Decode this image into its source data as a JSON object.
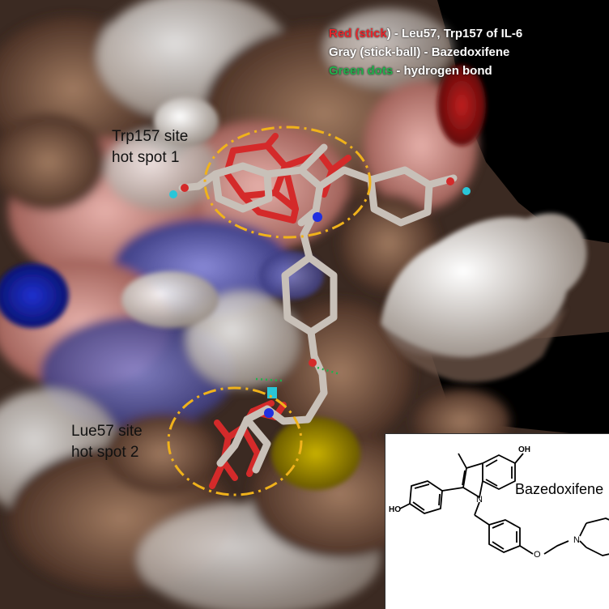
{
  "legend": {
    "line1": {
      "prefix": "Red (",
      "mid": "stick",
      "suffix": ")  - Leu57, Trp157 of IL-6"
    },
    "line2": {
      "text": "Gray  (stick-ball) - Bazedoxifene"
    },
    "line3": {
      "prefix": "Green dots",
      "suffix": " - hydrogen bond"
    }
  },
  "sites": {
    "trp157": {
      "line1": "Trp157 site",
      "line2": "hot spot 1"
    },
    "lue57": {
      "line1": "Lue57 site",
      "line2": "hot spot 2"
    }
  },
  "inset": {
    "title": "Bazedoxifene",
    "atoms": {
      "oh_top": "OH",
      "oh_left": "HO",
      "n_indole": "N",
      "n_ring": "N",
      "o_ether": "O"
    }
  },
  "colors": {
    "protein_red": "#d42a2a",
    "ligand_gray": "#c8c0b8",
    "hbond_green": "#22b14c",
    "hotspot_ring": "#f0b21b",
    "legend_red": "#e8252b"
  }
}
